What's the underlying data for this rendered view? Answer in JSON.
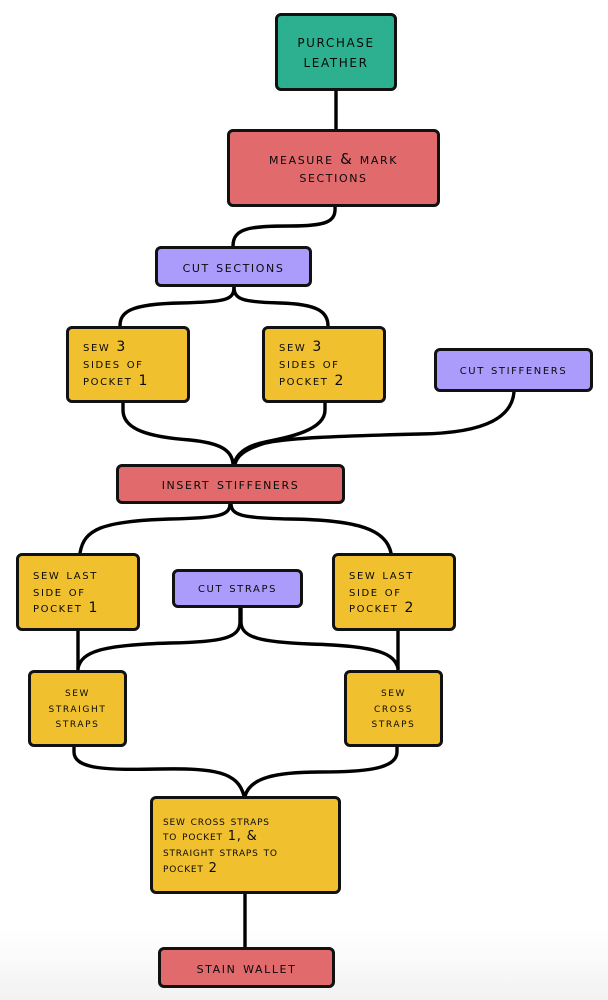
{
  "title": "Leather wallet build steps",
  "colors": {
    "start": "#2cb08f",
    "critical": "#e06a6c",
    "cutting": "#ab9cfb",
    "sewing": "#f0c02e",
    "line": "#000000"
  },
  "nodes": {
    "purchase_leather": {
      "label": "Purchase\nLeather",
      "kind": "start"
    },
    "measure_mark": {
      "label": "Measure  & mark\nsections",
      "kind": "critical"
    },
    "cut_sections": {
      "label": "Cut sections",
      "kind": "cutting"
    },
    "sew_pocket1": {
      "label": "Sew 3\nsides of\npocket 1",
      "kind": "sewing"
    },
    "sew_pocket2": {
      "label": "Sew 3\nsides of\npocket 2",
      "kind": "sewing"
    },
    "cut_stiffeners": {
      "label": "Cut stiffeners",
      "kind": "cutting"
    },
    "insert_stiffeners": {
      "label": "Insert stiffeners",
      "kind": "critical"
    },
    "sew_last1": {
      "label": "Sew last\nside  of\npocket 1",
      "kind": "sewing"
    },
    "cut_straps": {
      "label": "Cut straps",
      "kind": "cutting"
    },
    "sew_last2": {
      "label": "Sew last\nside  of\npocket 2",
      "kind": "sewing"
    },
    "sew_straight": {
      "label": "Sew\nstraight\nstraps",
      "kind": "sewing"
    },
    "sew_cross": {
      "label": "Sew\ncross\nstraps",
      "kind": "sewing"
    },
    "sew_final": {
      "label": "Sew cross straps\nto pocket 1, &\nstraight straps to\npocket 2",
      "kind": "sewing"
    },
    "stain_wallet": {
      "label": "Stain Wallet",
      "kind": "critical"
    }
  },
  "edges": [
    [
      "purchase_leather",
      "measure_mark"
    ],
    [
      "measure_mark",
      "cut_sections"
    ],
    [
      "cut_sections",
      "sew_pocket1"
    ],
    [
      "cut_sections",
      "sew_pocket2"
    ],
    [
      "sew_pocket1",
      "insert_stiffeners"
    ],
    [
      "sew_pocket2",
      "insert_stiffeners"
    ],
    [
      "cut_stiffeners",
      "insert_stiffeners"
    ],
    [
      "insert_stiffeners",
      "sew_last1"
    ],
    [
      "insert_stiffeners",
      "sew_last2"
    ],
    [
      "sew_last1",
      "sew_straight"
    ],
    [
      "sew_last2",
      "sew_cross"
    ],
    [
      "cut_straps",
      "sew_straight"
    ],
    [
      "cut_straps",
      "sew_cross"
    ],
    [
      "sew_straight",
      "sew_final"
    ],
    [
      "sew_cross",
      "sew_final"
    ],
    [
      "sew_final",
      "stain_wallet"
    ]
  ]
}
